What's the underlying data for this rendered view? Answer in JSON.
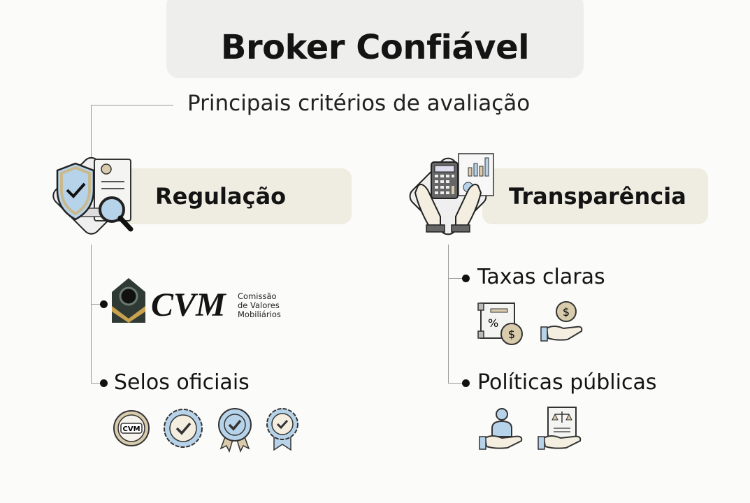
{
  "header": {
    "title": "Broker Confiável",
    "subtitle": "Principais critérios de avaliação"
  },
  "colors": {
    "pill": "#efece1",
    "blue": "#b7d3ea",
    "beige": "#d8ccad",
    "title_box": "#eeeeed"
  },
  "sections": [
    {
      "label": "Regulação",
      "icon": "shield-document-magnifier-icon",
      "items": [
        {
          "type": "logo",
          "logo_text": "CVM",
          "logo_caption": [
            "Comissão",
            "de Valores",
            "Mobiliários"
          ]
        },
        {
          "label": "Selos oficiais",
          "icons": [
            "cvm-seal-icon",
            "check-seal-icon",
            "ribbon-check-badge-icon",
            "ribbon-check-badge-icon"
          ],
          "seal_text": "CVM"
        }
      ]
    },
    {
      "label": "Transparência",
      "icon": "hands-calculator-chart-icon",
      "items": [
        {
          "label": "Taxas claras",
          "icons": [
            "receipt-percent-dollar-icon",
            "hand-coin-icon"
          ]
        },
        {
          "label": "Políticas públicas",
          "icons": [
            "hand-person-icon",
            "hand-law-document-icon"
          ]
        }
      ]
    }
  ]
}
